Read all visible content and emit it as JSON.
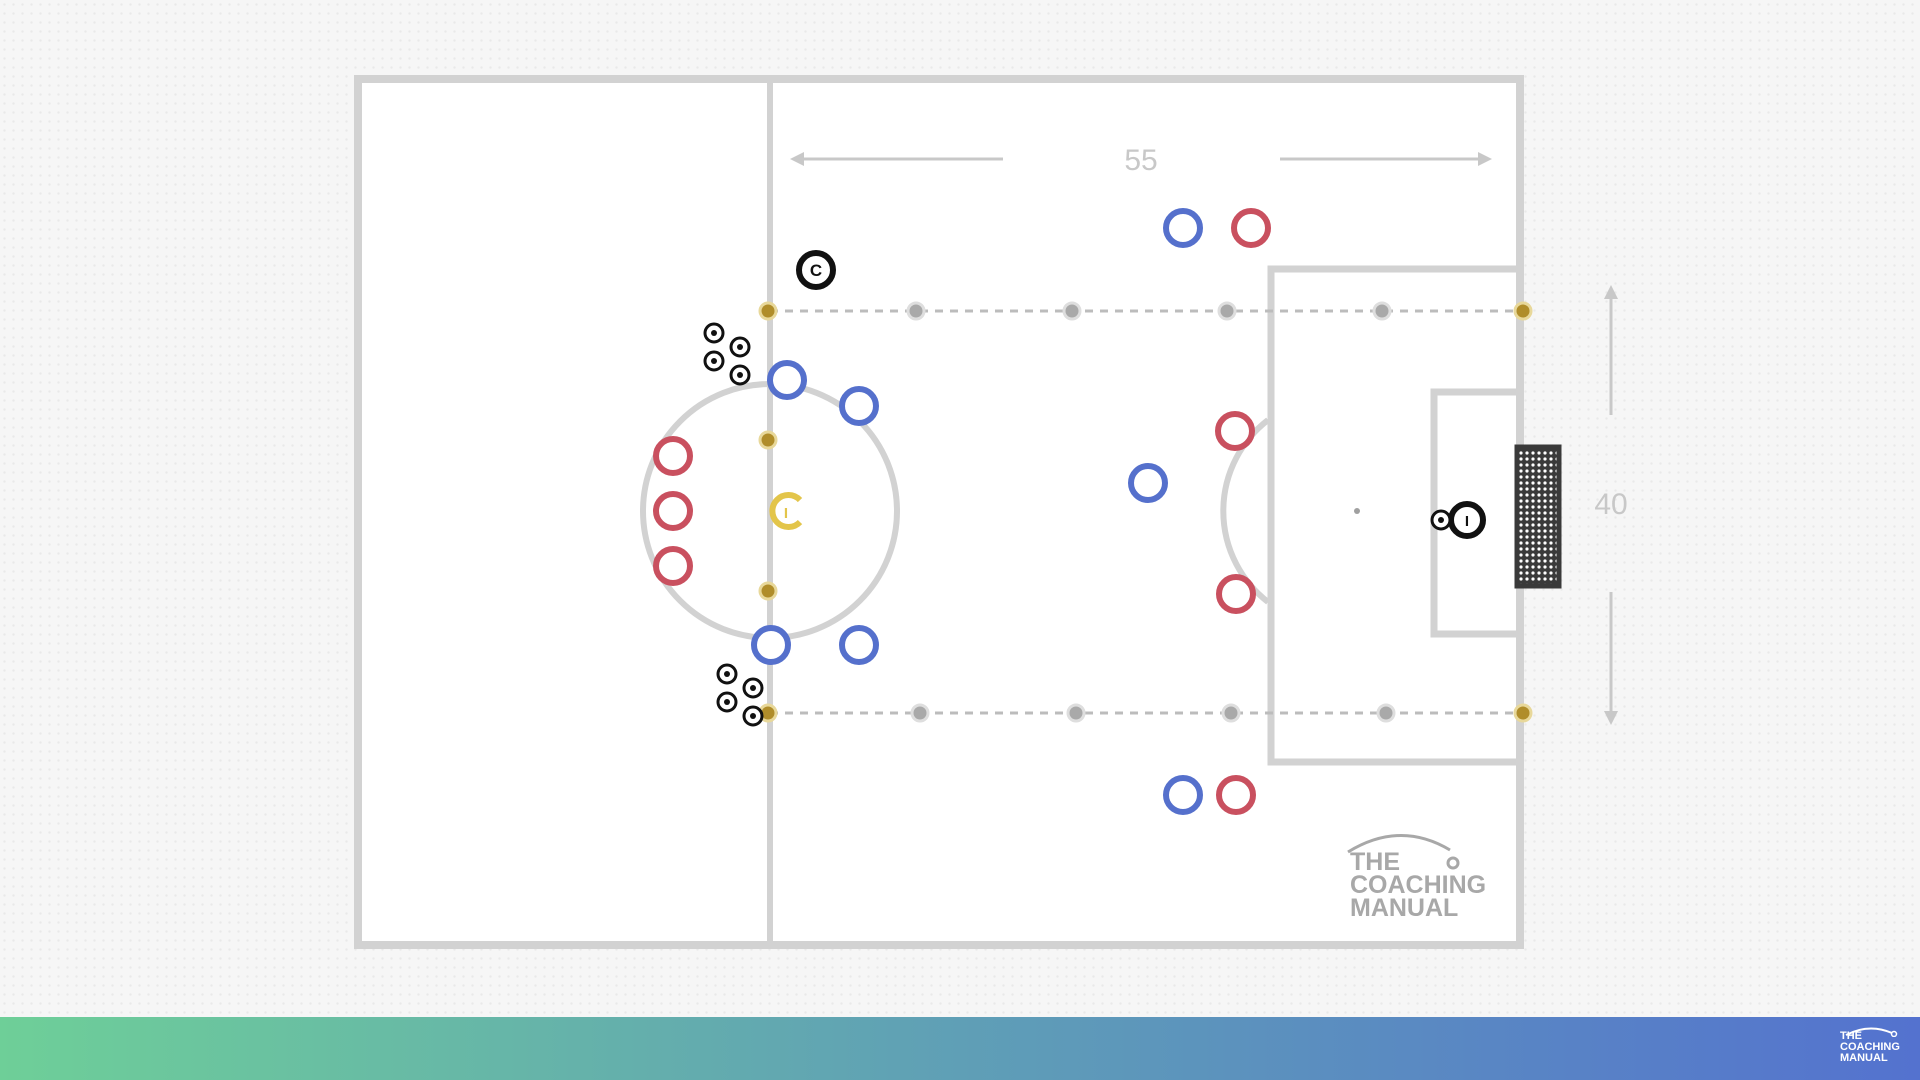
{
  "measurements": {
    "length": "55",
    "width": "40"
  },
  "markers": {
    "coach": "C",
    "neutral_player": "I",
    "goalkeeper": "I"
  },
  "watermark": {
    "line1": "THE",
    "line2": "COACHING",
    "line3": "MANUAL"
  },
  "footer_logo": {
    "line1": "THE",
    "line2": "COACHING",
    "line3": "MANUAL"
  },
  "colors": {
    "team_blue": "#5570cc",
    "team_red": "#c9505f",
    "neutral_yellow": "#e3c54a",
    "cone_gold": "#b08d2a",
    "cone_grey": "#a9a9a9",
    "pitch_lines": "#d2d2d2",
    "measure_text": "#c8c8c8"
  },
  "icons": [
    "soccer-ball-icon",
    "goal-net-icon",
    "arrow-icon"
  ]
}
